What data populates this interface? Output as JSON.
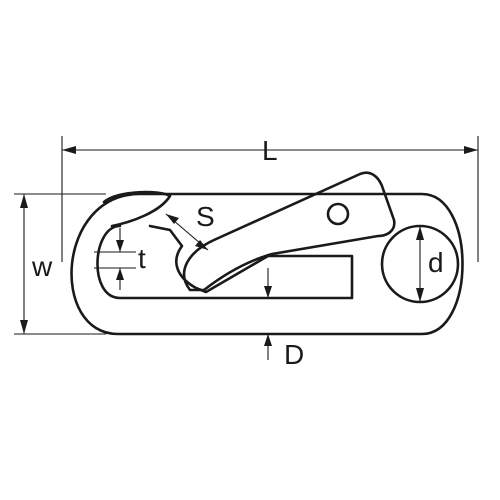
{
  "labels": {
    "length": "L",
    "width": "w",
    "thickness": "t",
    "spring_opening": "S",
    "hole_diameter": "d",
    "wire_diameter": "D"
  },
  "colors": {
    "line": "#1a1a1a",
    "background": "#ffffff"
  }
}
